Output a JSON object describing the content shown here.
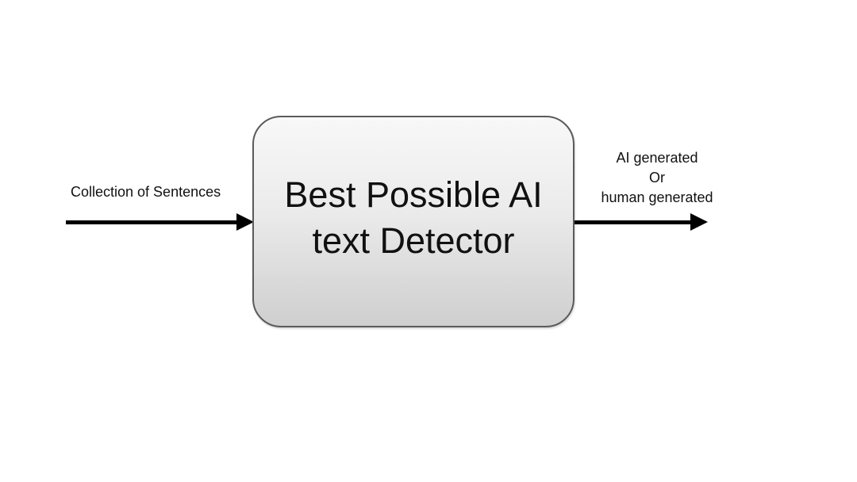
{
  "diagram": {
    "input_label": "Collection of Sentences",
    "box_label_line1": "Best Possible AI",
    "box_label_line2": "text Detector",
    "output_label_line1": "AI generated",
    "output_label_line2": "Or",
    "output_label_line3": "human generated"
  },
  "colors": {
    "arrow": "#000000",
    "box_border": "#5b5b5b",
    "box_fill_top": "#f8f8f8",
    "box_fill_bottom": "#cfcfcf"
  }
}
